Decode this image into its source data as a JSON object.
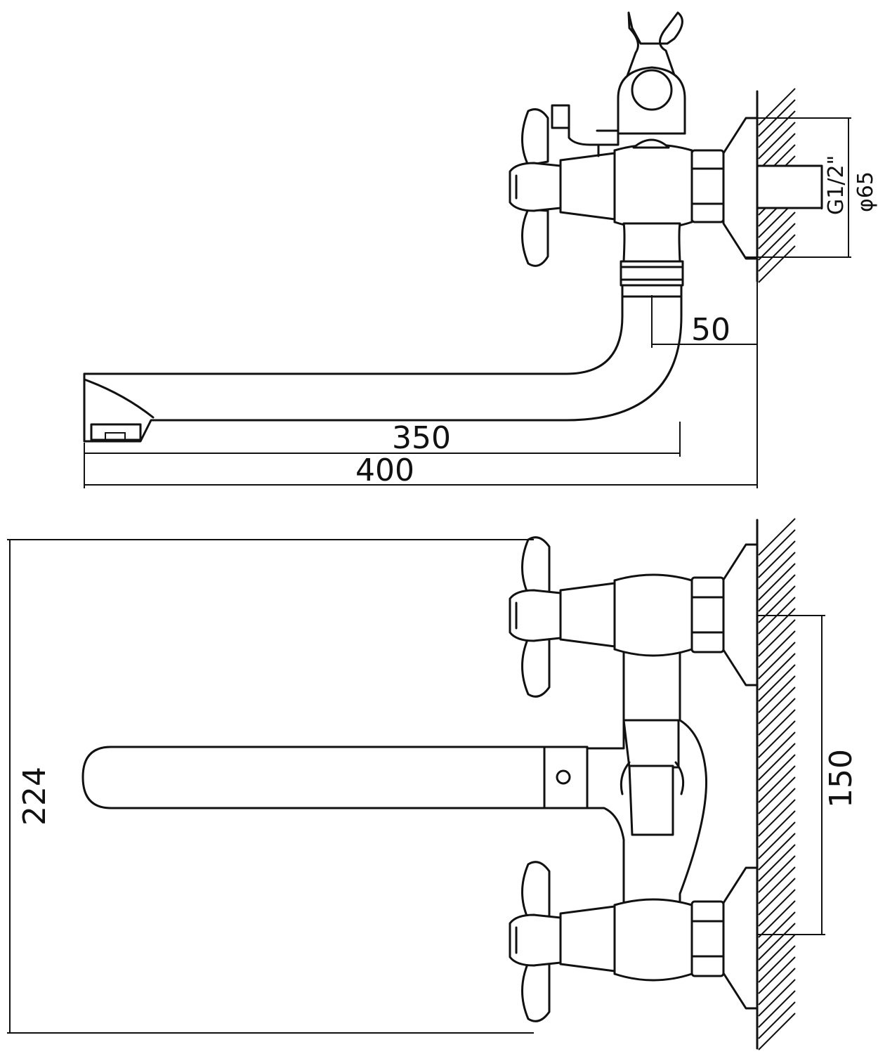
{
  "dimensions": {
    "spout_length": "350",
    "total_length": "400",
    "wall_offset": "50",
    "thread": "G1/2\"",
    "flange_diameter": "φ65",
    "height": "224",
    "center_distance": "150"
  },
  "colors": {
    "line": "#111111",
    "background": "#ffffff"
  }
}
